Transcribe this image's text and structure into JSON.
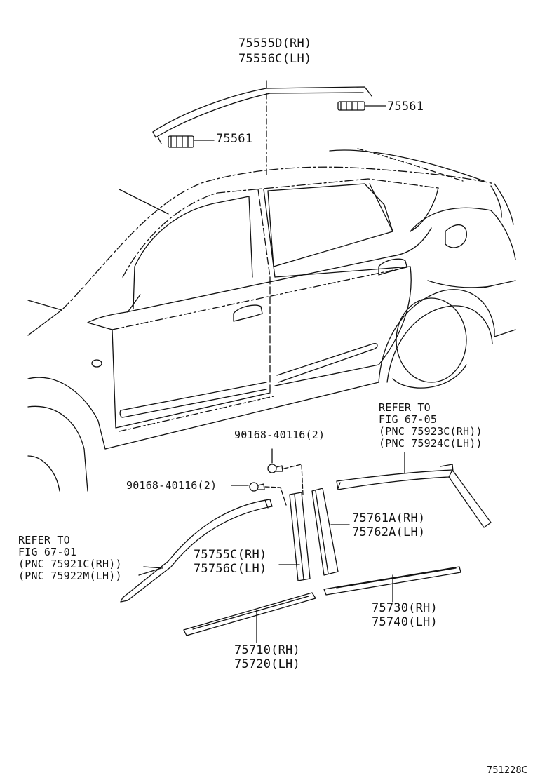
{
  "parts": {
    "roof_molding": {
      "rh": "75555D(RH)",
      "lh": "75556C(LH)"
    },
    "clip_right": "75561",
    "clip_left": "75561",
    "bolt_upper": "90168-40116(2)",
    "bolt_lower": "90168-40116(2)",
    "pillar_garnish_rear": {
      "rh": "75761A(RH)",
      "lh": "75762A(LH)"
    },
    "pillar_garnish_front": {
      "rh": "75755C(RH)",
      "lh": "75756C(LH)"
    },
    "rear_belt_molding": {
      "rh": "75730(RH)",
      "lh": "75740(LH)"
    },
    "front_belt_molding": {
      "rh": "75710(RH)",
      "lh": "75720(LH)"
    }
  },
  "references": {
    "rear": [
      "REFER TO",
      "FIG 67-05",
      "(PNC 75923C(RH))",
      "(PNC 75924C(LH))"
    ],
    "front": [
      "REFER TO",
      "FIG 67-01",
      "(PNC 75921C(RH))",
      "(PNC 75922M(LH))"
    ]
  },
  "illustration_code": "751228C",
  "colors": {
    "ink": "#111111",
    "background": "#ffffff"
  }
}
